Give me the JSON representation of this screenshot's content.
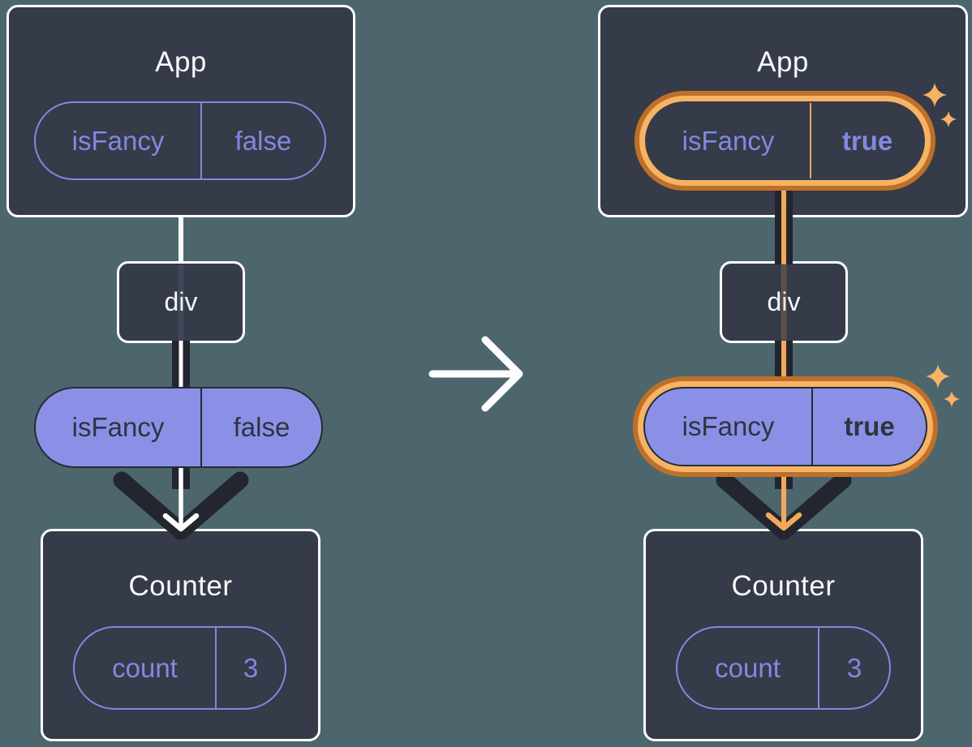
{
  "colors": {
    "background": "#4d666d",
    "card_background": "#353b48",
    "card_border": "#ffffff",
    "purple_accent": "#8289e0",
    "periwinkle_fill": "#8b90e7",
    "dark_flow_line": "#23262e",
    "orange_ring_dark": "#bf7028",
    "orange_ring_light": "#f7b364",
    "orange_flow_line": "#f2a95c",
    "dark_text": "#2e343e",
    "light_text": "#f7f8fa"
  },
  "transition": {
    "icon": "right-arrow-icon"
  },
  "trees": {
    "before": {
      "app": {
        "title": "App",
        "prop": {
          "name": "isFancy",
          "value": "false",
          "highlighted": false
        }
      },
      "div_node": {
        "label": "div"
      },
      "passed_prop": {
        "name": "isFancy",
        "value": "false",
        "highlighted": false
      },
      "counter": {
        "title": "Counter",
        "state": {
          "name": "count",
          "value": "3"
        }
      }
    },
    "after": {
      "app": {
        "title": "App",
        "prop": {
          "name": "isFancy",
          "value": "true",
          "highlighted": true
        }
      },
      "div_node": {
        "label": "div"
      },
      "passed_prop": {
        "name": "isFancy",
        "value": "true",
        "highlighted": true
      },
      "counter": {
        "title": "Counter",
        "state": {
          "name": "count",
          "value": "3"
        }
      }
    }
  }
}
